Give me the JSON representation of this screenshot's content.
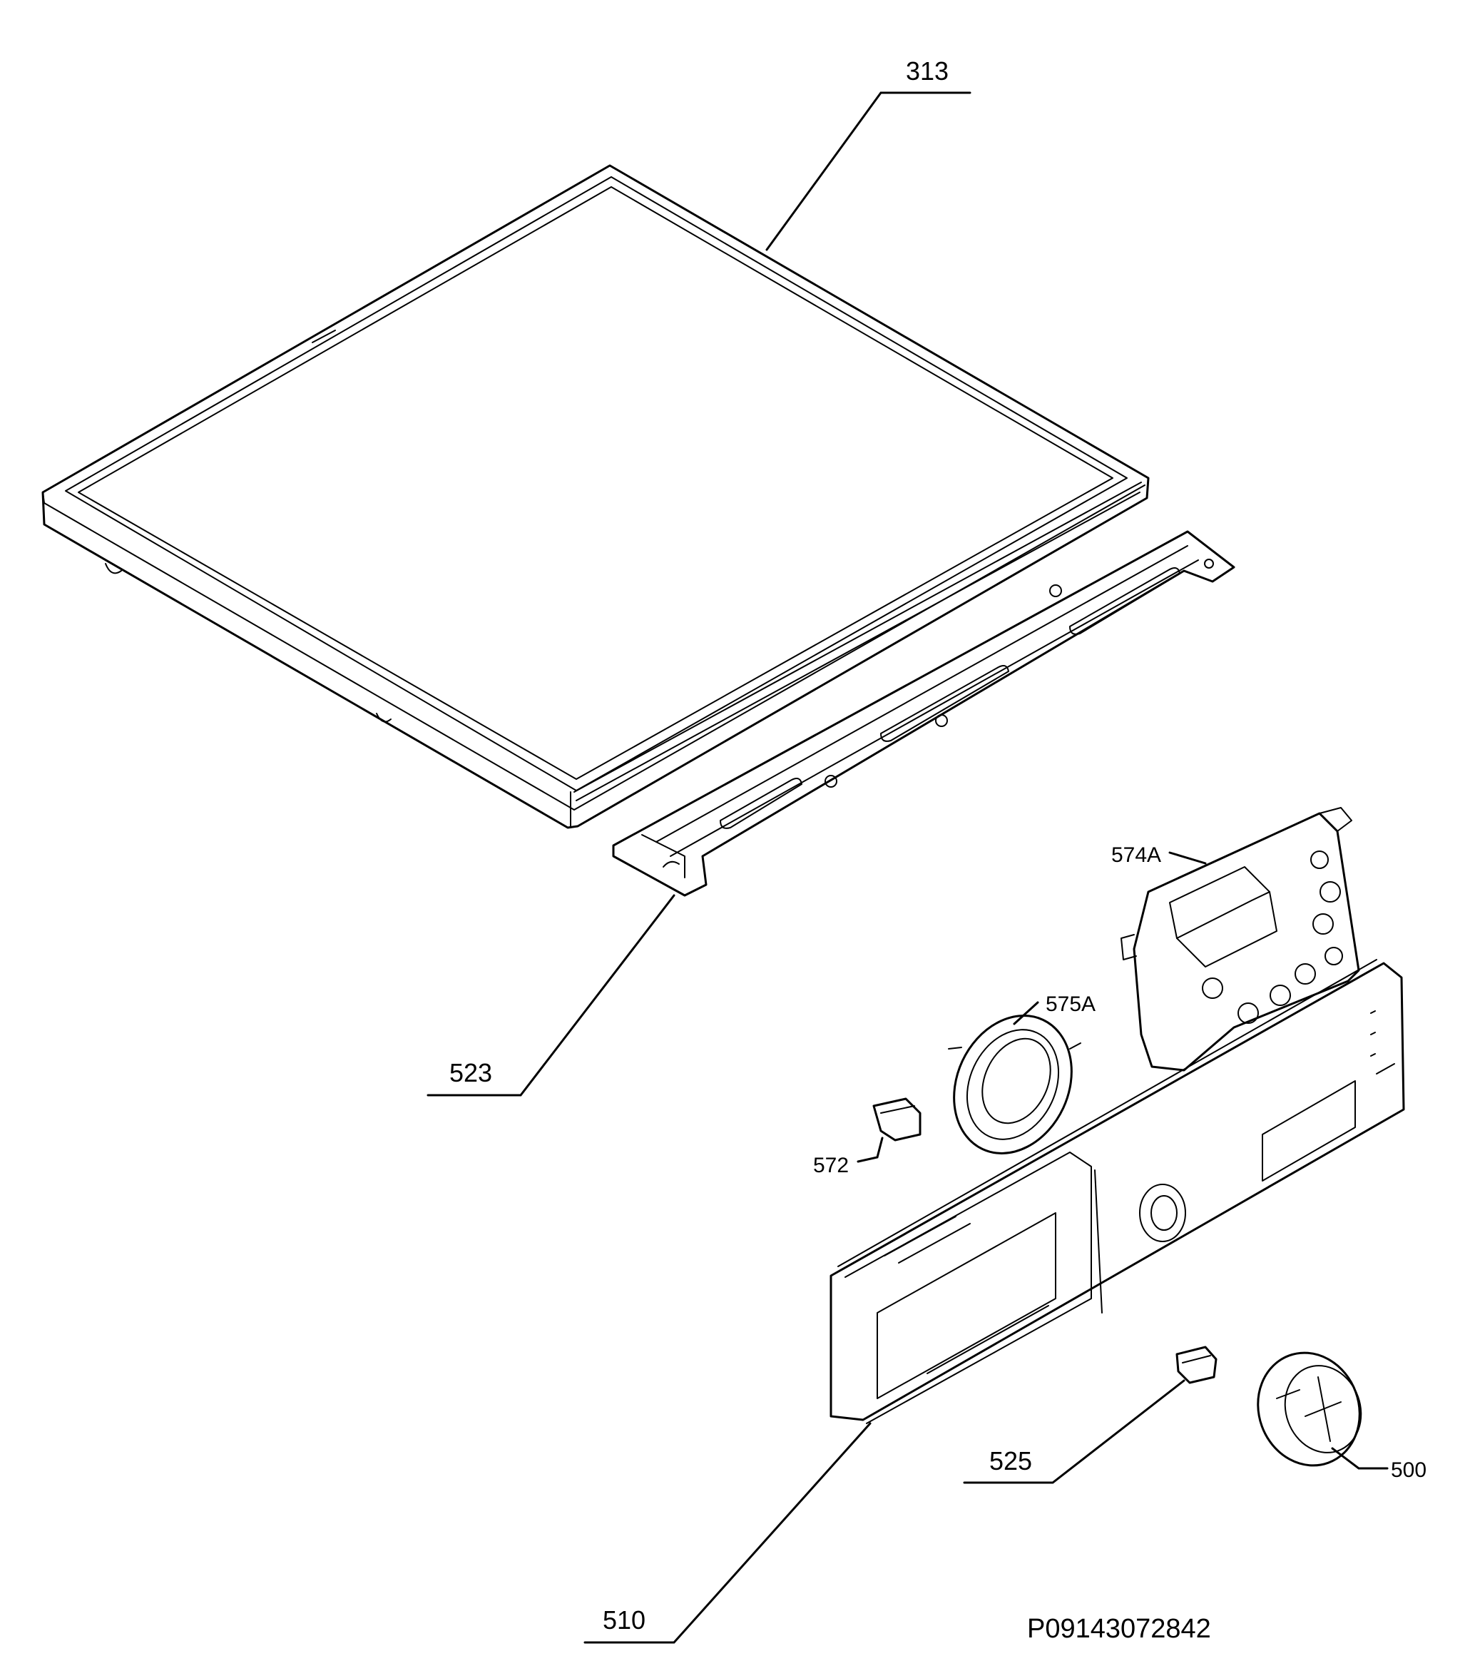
{
  "parts": {
    "p313": {
      "number": "313"
    },
    "p523": {
      "number": "523"
    },
    "p574A": {
      "number": "574A"
    },
    "p575A": {
      "number": "575A"
    },
    "p572": {
      "number": "572"
    },
    "p510": {
      "number": "510"
    },
    "p525": {
      "number": "525"
    },
    "p500": {
      "number": "500"
    }
  },
  "drawing_reference": "P09143072842",
  "colors": {
    "line": "#000000",
    "background": "#ffffff"
  }
}
